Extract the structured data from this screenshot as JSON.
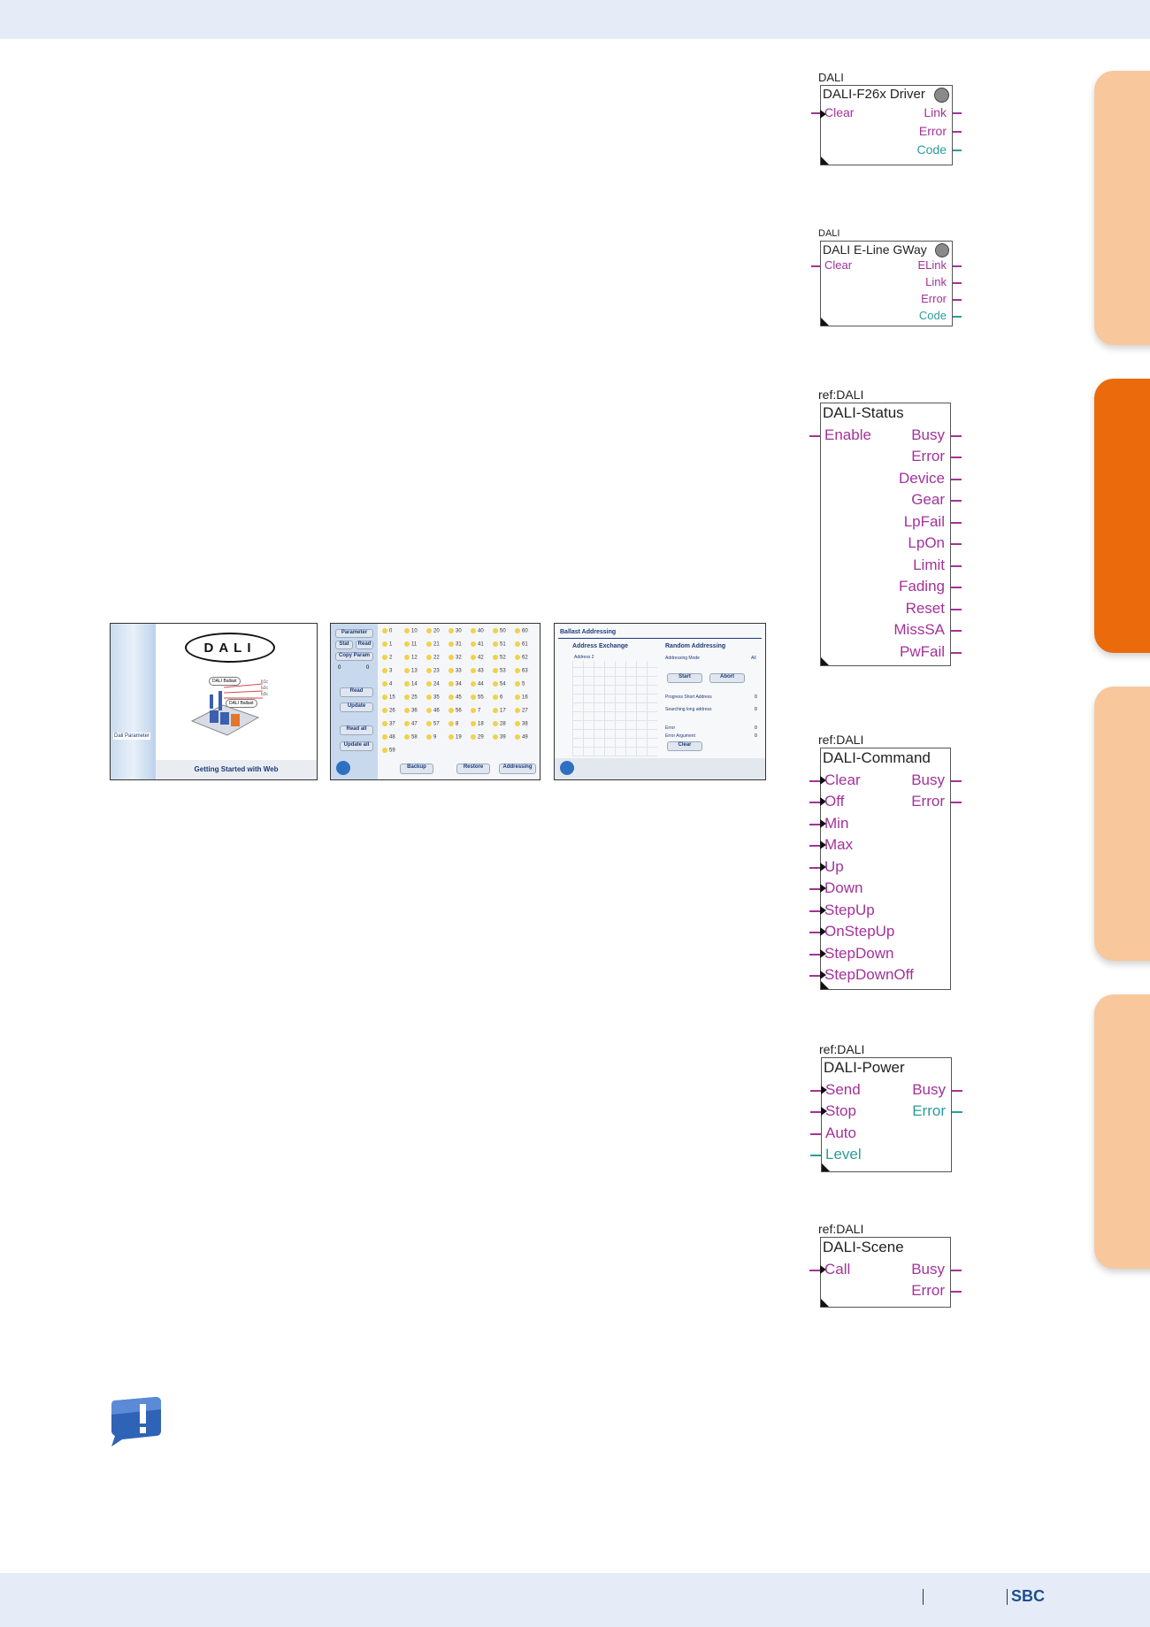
{
  "footer": {
    "brand": "SBC"
  },
  "blocks": [
    {
      "ref": "DALI",
      "title": "DALI-F26x Driver",
      "inputs": [
        "Clear"
      ],
      "outputs": [
        "Link",
        "Error",
        "Code"
      ]
    },
    {
      "ref": "DALI",
      "title": "DALI E-Line GWay",
      "inputs": [
        "Clear"
      ],
      "outputs": [
        "ELink",
        "Link",
        "Error",
        "Code"
      ]
    },
    {
      "ref": "ref:DALI",
      "title": "DALI-Status",
      "inputs": [
        "Enable"
      ],
      "outputs": [
        "Busy",
        "Error",
        "Device",
        "Gear",
        "LpFail",
        "LpOn",
        "Limit",
        "Fading",
        "Reset",
        "MissSA",
        "PwFail"
      ]
    },
    {
      "ref": "ref:DALI",
      "title": "DALI-Command",
      "inputs": [
        "Clear",
        "Off",
        "Min",
        "Max",
        "Up",
        "Down",
        "StepUp",
        "OnStepUp",
        "StepDown",
        "StepDownOff"
      ],
      "outputs": [
        "Busy",
        "Error"
      ]
    },
    {
      "ref": "ref:DALI",
      "title": "DALI-Power",
      "inputs": [
        "Send",
        "Stop",
        "Auto",
        "Level"
      ],
      "outputs": [
        "Busy",
        "Error"
      ]
    },
    {
      "ref": "ref:DALI",
      "title": "DALI-Scene",
      "inputs": [
        "Call"
      ],
      "outputs": [
        "Busy",
        "Error"
      ]
    }
  ],
  "screenshots": {
    "s1": {
      "logo": "DALI",
      "side_label": "Dali Parameter",
      "caption": "Getting Started with Web",
      "ballast1": "DALI Ballast",
      "ballast2": "DALI Ballast",
      "lines": [
        "b1c",
        "b2c",
        "b3c"
      ]
    },
    "s2": {
      "buttons": [
        "Parameter",
        "Stat",
        "Read",
        "Copy Param",
        "Read",
        "Update",
        "Read all",
        "Update all",
        "Backup",
        "Restore",
        "Addressing"
      ],
      "param_values": [
        "0",
        "0"
      ],
      "addresses": [
        "0",
        "10",
        "20",
        "30",
        "40",
        "50",
        "60",
        "1",
        "11",
        "21",
        "31",
        "41",
        "51",
        "61",
        "2",
        "12",
        "22",
        "32",
        "42",
        "52",
        "62",
        "3",
        "13",
        "23",
        "33",
        "43",
        "53",
        "63",
        "4",
        "14",
        "24",
        "34",
        "44",
        "54",
        "5",
        "15",
        "25",
        "35",
        "45",
        "55",
        "6",
        "16",
        "26",
        "36",
        "46",
        "56",
        "7",
        "17",
        "27",
        "37",
        "47",
        "57",
        "8",
        "18",
        "28",
        "38",
        "48",
        "58",
        "9",
        "19",
        "29",
        "39",
        "49",
        "59"
      ]
    },
    "s3": {
      "title": "Ballast Addressing",
      "tab1": "Address Exchange",
      "tab2": "Random Addressing",
      "address_label": "Address 2",
      "mode_label": "Addressing Mode",
      "mode_value": "All",
      "start": "Start",
      "abort": "Abort",
      "progress_label": "Progress Short Address",
      "progress_value": "0",
      "search_label": "Searching long address",
      "search_value": "0",
      "error_label": "Error",
      "error_value": "0",
      "errarg_label": "Error Argument",
      "errarg_value": "0",
      "clear": "Clear"
    }
  },
  "colors": {
    "band": "#e6ecf7",
    "pin": "#a3329a",
    "pin_cyan": "#2a9d9a",
    "tab_light": "#f9c79c",
    "tab_active": "#ea6a0c",
    "brand": "#1d4f91"
  }
}
